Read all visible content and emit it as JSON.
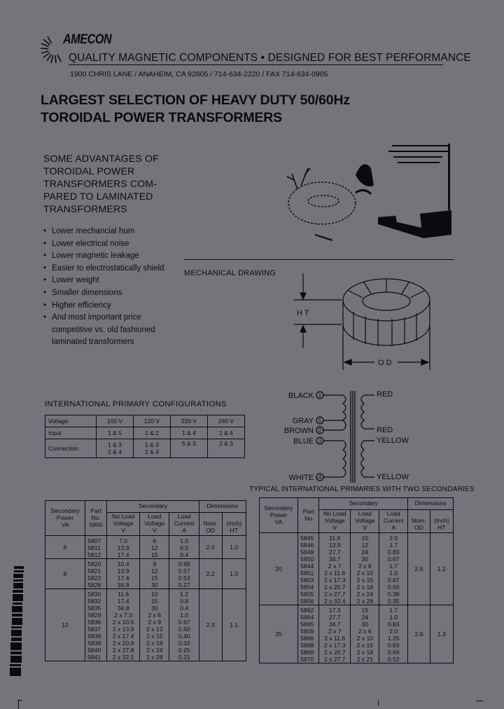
{
  "header": {
    "brand": "AMECON",
    "tagline": "QUALITY MAGNETIC COMPONENTS • DESIGNED FOR BEST PERFORMANCE",
    "address": "1900 CHRIS LANE / ANAHEIM, CA 92805 / 714-634-2220 / FAX 714-634-0905"
  },
  "headline": {
    "line1": "LARGEST SELECTION OF HEAVY DUTY 50/60Hz",
    "line2": "TOROIDAL POWER TRANSFORMERS"
  },
  "advantages": {
    "title_lines": [
      "SOME ADVANTAGES OF",
      "TOROIDAL POWER",
      "TRANSFORMERS COM-",
      "PARED TO LAMINATED",
      "TRANSFORMERS"
    ],
    "items": [
      "Lower mechancial hum",
      "Lower electrical noise",
      "Lower magnetic leakage",
      "Easier to electrostatically shield",
      "Lower weight",
      "Smaller dimensions",
      "Higher efficiency",
      "And most important price competitive vs. old fashioned laminated transformers"
    ]
  },
  "mechanical_drawing": {
    "label": "MECHANICAL DRAWING",
    "ht_label": "H T",
    "od_label": "O D"
  },
  "primary_config": {
    "title": "INTERNATIONAL PRIMARY CONFIGURATIONS",
    "rows": [
      {
        "label": "Voltage",
        "values": [
          "100 V",
          "120 V",
          "220 V",
          "240 V"
        ]
      },
      {
        "label": "Input",
        "values": [
          "1 & 5",
          "1 & 2",
          "1 & 4",
          "1 & 4"
        ]
      },
      {
        "label": "Connection",
        "values": [
          "1 & 3\n2 & 4",
          "1 & 3\n2 & 4",
          "5 & 3",
          "2 & 3"
        ]
      }
    ]
  },
  "schematic": {
    "left_labels": [
      "BLACK",
      "GRAY",
      "BROWN",
      "BLUE",
      "WHITE"
    ],
    "left_pins": [
      "1",
      "5",
      "2",
      "3",
      "4"
    ],
    "right_labels": [
      "RED",
      "RED",
      "YELLOW",
      "YELLOW"
    ]
  },
  "typical_title": "TYPICAL INTERNATIONAL PRIMARIES WITH TWO SECONDARIES",
  "table_headers": {
    "secondary": "Secondary",
    "dimensions": "Dimensions",
    "power": "Secondary\nPower\nVA",
    "part_t1": "Part\nNo.\n5800",
    "part_t2": "Part\nNo",
    "no_load": "No Load\nVoltage\nV",
    "load_v": "Load\nVoltage\nV",
    "load_c": "Load\nCurrent\nA",
    "od": "Nom.\nOD",
    "ht": "(Inch)\nHT"
  },
  "table1": {
    "groups": [
      {
        "va": "6",
        "od": "2.0",
        "ht": "1.0",
        "parts": "5807\n5811\n5812",
        "nl": "7.0\n13.9\n17.4",
        "lv": "6\n12\n15",
        "lc": "1.0\n0.5\n0.4"
      },
      {
        "va": "8",
        "od": "2.2",
        "ht": "1.0",
        "parts": "5820\n5821\n5822\n5826",
        "nl": "10.4\n13.9\n17.4\n34.8",
        "lv": "9\n12\n15\n30",
        "lc": "0.99\n0.57\n0.53\n0.27"
      },
      {
        "va": "12",
        "od": "2.3",
        "ht": "1.1",
        "parts": "5830\n5832\n5835\n5829\n5836\n5837\n5838\n5839\n5840\n5841",
        "nl": "11.6\n17.4\n34.8\n2 x 7.0\n2 x 10.5\n2 x 13.9\n2 x 17.4\n2 x 20.9\n2 x 27.8\n2 x 32.5",
        "lv": "10\n15\n30\n2 x 6\n2 x 9\n2 x 12\n2 x 15\n2 x 18\n2 x 24\n2 x 28",
        "lc": "1.2\n0.8\n0.4\n1.0\n0.67\n0.50\n0.40\n0.33\n0.25\n0.21"
      }
    ]
  },
  "table2": {
    "groups": [
      {
        "va": "20",
        "od": "2.6",
        "ht": "1.2",
        "parts": "5845\n5846\n5849\n5850\n5844\n5851\n5853\n5854\n5855\n5856",
        "nl": "11.6\n13.9\n27.7\n34.7\n2 x 7\n2 x 11.6\n2 x 17.3\n2 x 20.7\n2 x 27.7\n2 x 32.4",
        "lv": "10\n12\n24\n30\n2 x 6\n2 x 10\n2 x 15\n2 x 18\n2 x 24\n2 x 28",
        "lc": "2.0\n1.7\n0.83\n0.67\n1.7\n1.0\n0.67\n0.56\n0.38\n0.35"
      },
      {
        "va": "25",
        "od": "2.6",
        "ht": "1.3",
        "parts": "5862\n5864\n5865\n5859\n5866\n5868\n5869\n5870",
        "nl": "17.3\n27.7\n34.7\n2 x 7\n2 x 11.6\n2 x 17.3\n2 x 20.7\n2 x 27.7",
        "lv": "15\n24\n30\n2 x 6\n2 x 10\n2 x 15\n2 x 18\n2 x 21",
        "lc": "1.7\n1.0\n0.83\n2.0\n1.25\n0.83\n0.69\n0.52"
      }
    ]
  }
}
